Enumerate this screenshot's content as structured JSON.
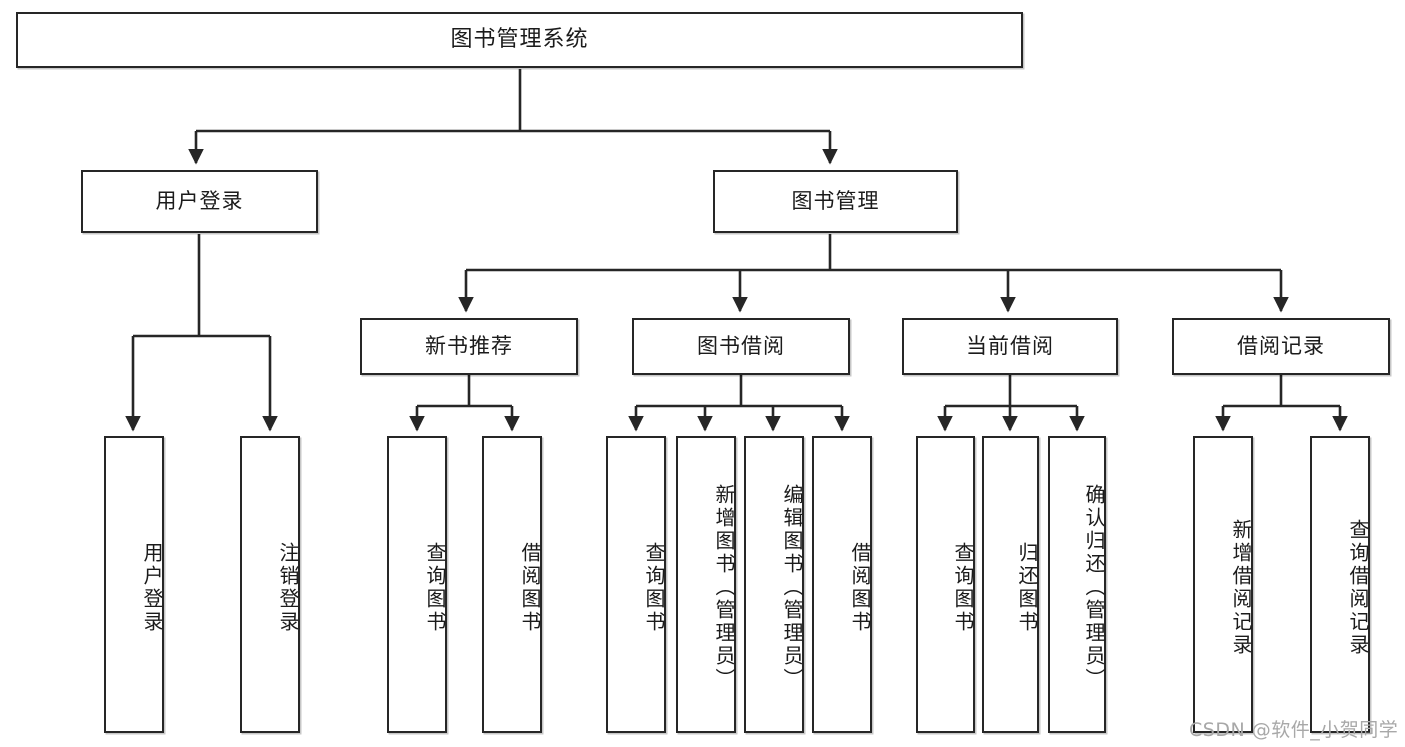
{
  "diagram": {
    "type": "tree",
    "title": "图书管理系统",
    "root": {
      "label": "图书管理系统"
    },
    "level1": [
      {
        "label": "用户登录"
      },
      {
        "label": "图书管理"
      }
    ],
    "level2": [
      {
        "label": "新书推荐"
      },
      {
        "label": "图书借阅"
      },
      {
        "label": "当前借阅"
      },
      {
        "label": "借阅记录"
      }
    ],
    "leaves": {
      "user_login": [
        {
          "label": "用户登录"
        },
        {
          "label": "注销登录"
        }
      ],
      "new_book_recommend": [
        {
          "label": "查询图书"
        },
        {
          "label": "借阅图书"
        }
      ],
      "book_borrow": [
        {
          "label": "查询图书"
        },
        {
          "label": "新增图书（管理员）"
        },
        {
          "label": "编辑图书（管理员）"
        },
        {
          "label": "借阅图书"
        }
      ],
      "current_borrow": [
        {
          "label": "查询图书"
        },
        {
          "label": "归还图书"
        },
        {
          "label": "确认归还（管理员）"
        }
      ],
      "borrow_record": [
        {
          "label": "新增借阅记录"
        },
        {
          "label": "查询借阅记录"
        }
      ]
    }
  },
  "watermark": {
    "text": "CSDN @软件_小贺同学"
  },
  "colors": {
    "border": "#262626",
    "background": "#ffffff",
    "text": "#1b1b1b",
    "watermark": "#a8a8a8"
  }
}
